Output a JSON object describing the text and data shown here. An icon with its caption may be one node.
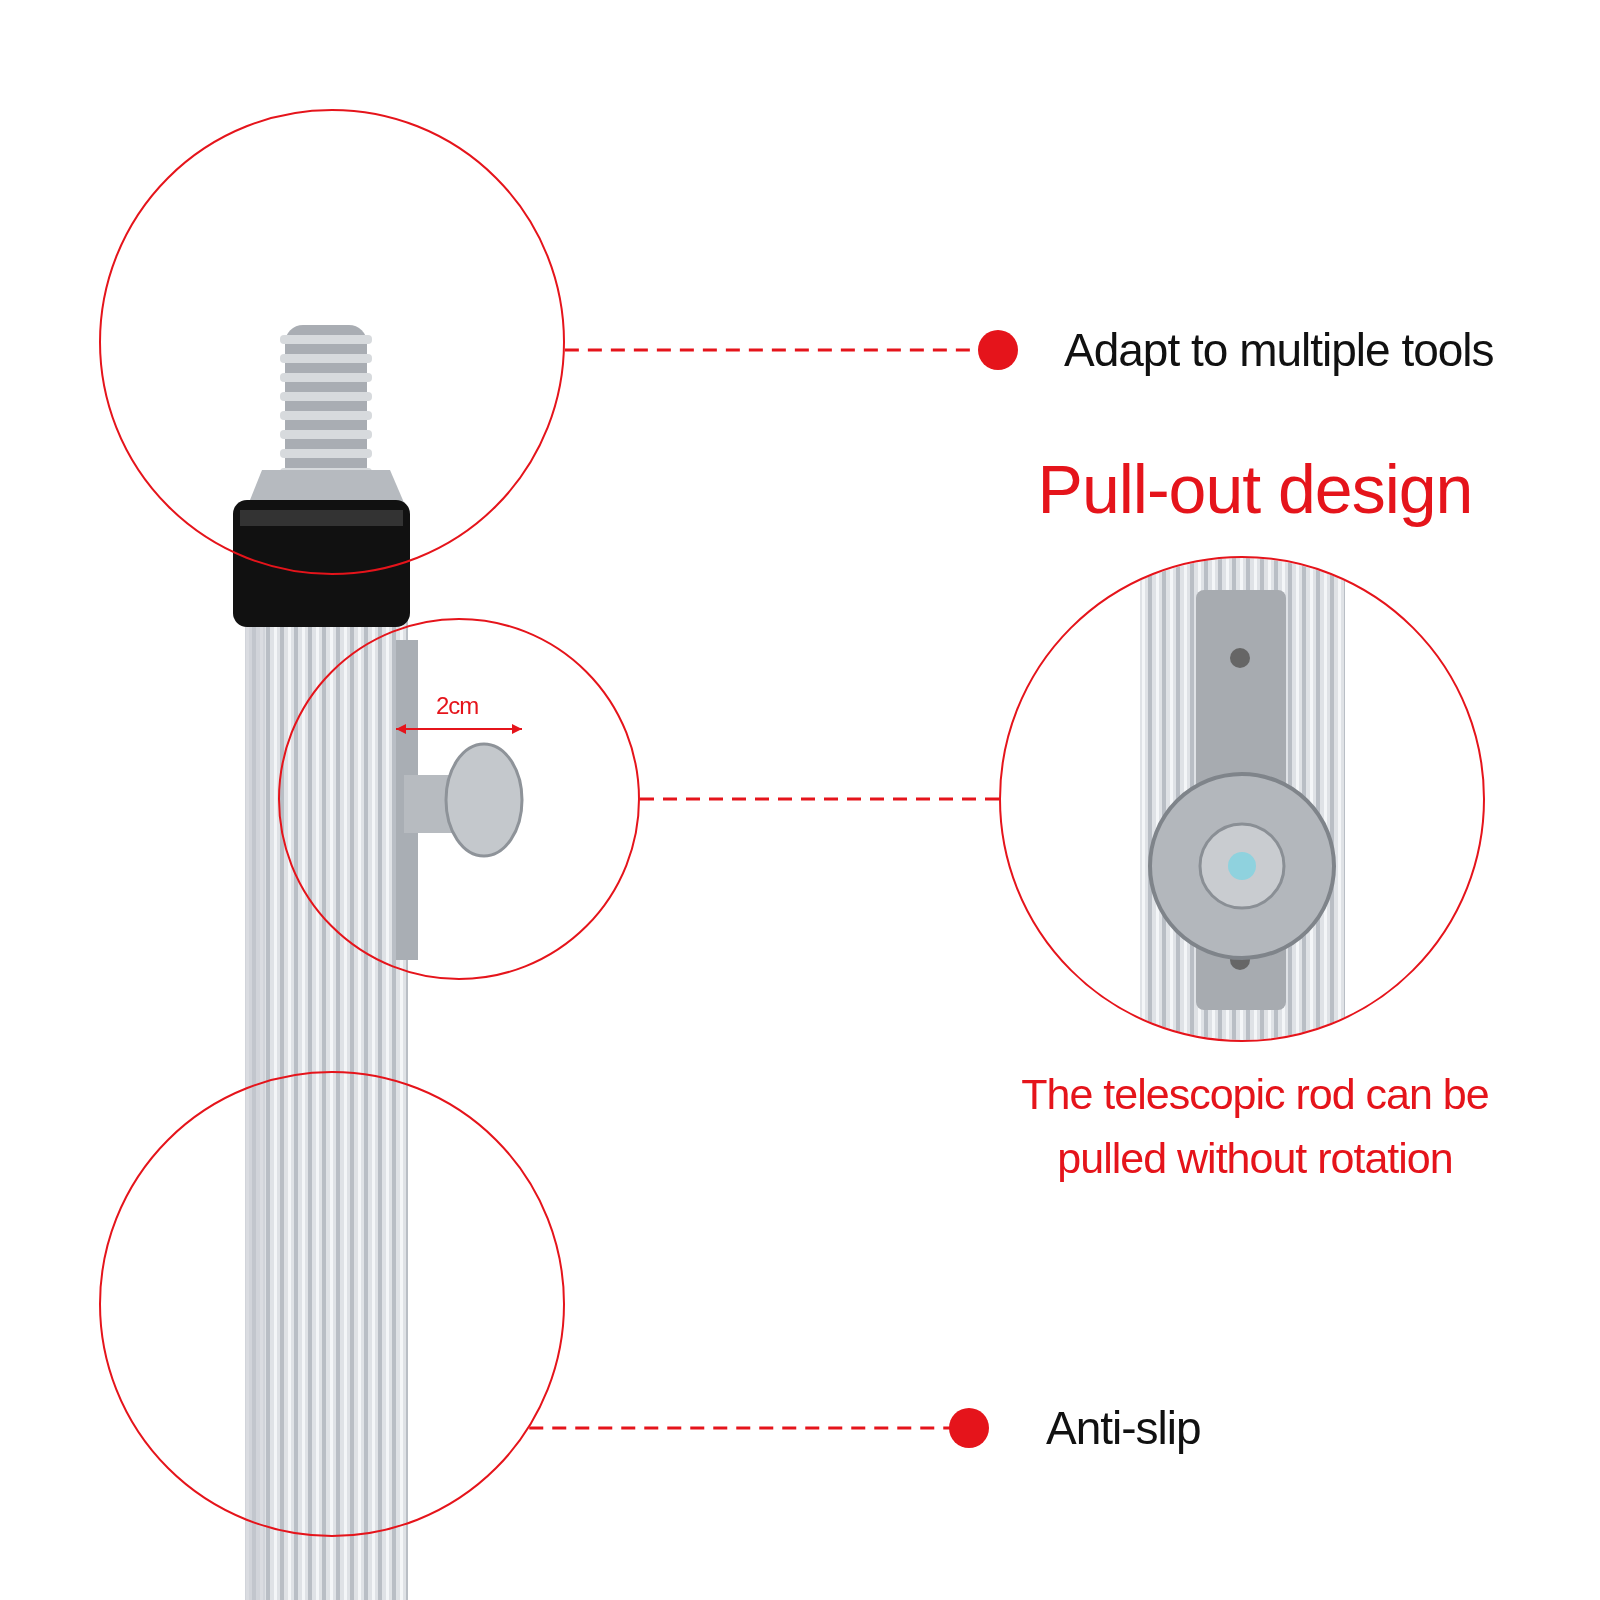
{
  "diagram": {
    "nodes": [
      {
        "text": [],
        "shape": "circle"
      },
      {
        "text": [
          "Adapt to multiple tools"
        ]
      },
      {
        "text": [],
        "shape": "circle"
      },
      {
        "text": [],
        "shape": "circle"
      },
      {
        "text": [],
        "shape": "circle"
      },
      {
        "text": [
          "Anti-slip"
        ]
      }
    ],
    "edges": [
      {
        "from": 0,
        "to": 1,
        "arrow": "other",
        "style": "dashed"
      },
      {
        "from": 2,
        "to": 3,
        "arrow": "none",
        "style": "dashed"
      },
      {
        "from": 4,
        "to": 5,
        "arrow": "other",
        "style": "dashed"
      }
    ],
    "labels": [
      "Pull-out design",
      "2cm",
      "The telescopic rod can be pulled without rotation"
    ]
  }
}
